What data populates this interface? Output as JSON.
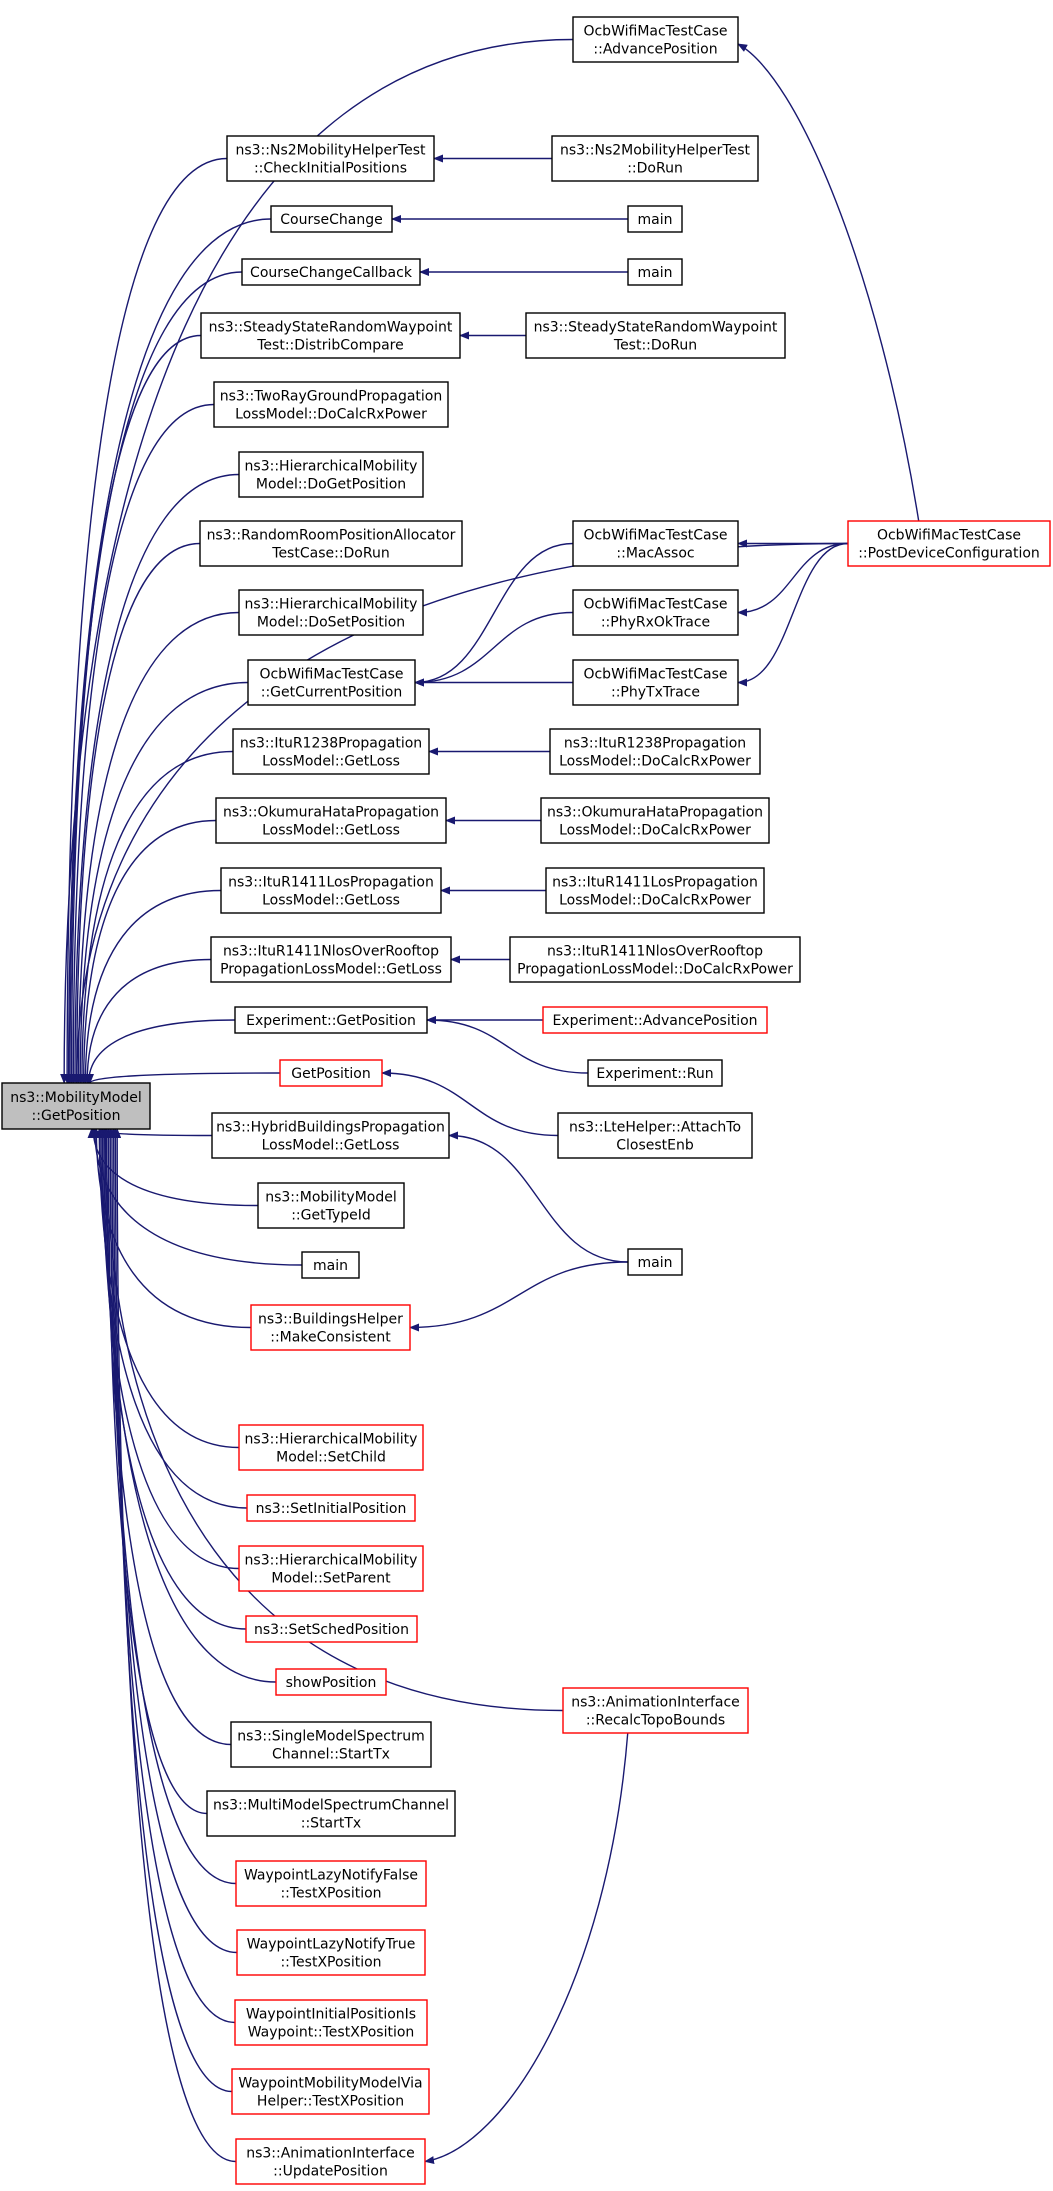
{
  "colors": {
    "edge": "#191970",
    "border_default": "#000000",
    "border_truncated": "#ff0000",
    "root_fill": "#bfbfbf",
    "node_fill": "#ffffff"
  },
  "nodes": [
    {
      "id": "root",
      "lines": [
        "ns3::MobilityModel",
        "::GetPosition"
      ],
      "style": "root"
    },
    {
      "id": "ocbAdvance",
      "lines": [
        "OcbWifiMacTestCase",
        "::AdvancePosition"
      ],
      "style": "default"
    },
    {
      "id": "ns2Check",
      "lines": [
        "ns3::Ns2MobilityHelperTest",
        "::CheckInitialPositions"
      ],
      "style": "default"
    },
    {
      "id": "ns2DoRun",
      "lines": [
        "ns3::Ns2MobilityHelperTest",
        "::DoRun"
      ],
      "style": "default"
    },
    {
      "id": "courseChange",
      "lines": [
        "CourseChange"
      ],
      "style": "default"
    },
    {
      "id": "main1",
      "lines": [
        "main"
      ],
      "style": "default"
    },
    {
      "id": "courseChangeCb",
      "lines": [
        "CourseChangeCallback"
      ],
      "style": "default"
    },
    {
      "id": "main2",
      "lines": [
        "main"
      ],
      "style": "default"
    },
    {
      "id": "ssrwDistrib",
      "lines": [
        "ns3::SteadyStateRandomWaypoint",
        "Test::DistribCompare"
      ],
      "style": "default"
    },
    {
      "id": "ssrwDoRun",
      "lines": [
        "ns3::SteadyStateRandomWaypoint",
        "Test::DoRun"
      ],
      "style": "default"
    },
    {
      "id": "twoRay",
      "lines": [
        "ns3::TwoRayGroundPropagation",
        "LossModel::DoCalcRxPower"
      ],
      "style": "default"
    },
    {
      "id": "hierGet",
      "lines": [
        "ns3::HierarchicalMobility",
        "Model::DoGetPosition"
      ],
      "style": "default"
    },
    {
      "id": "randomRoom",
      "lines": [
        "ns3::RandomRoomPositionAllocator",
        "TestCase::DoRun"
      ],
      "style": "default"
    },
    {
      "id": "hierSet",
      "lines": [
        "ns3::HierarchicalMobility",
        "Model::DoSetPosition"
      ],
      "style": "default"
    },
    {
      "id": "ocbMacAssoc",
      "lines": [
        "OcbWifiMacTestCase",
        "::MacAssoc"
      ],
      "style": "default"
    },
    {
      "id": "ocbPostDevice",
      "lines": [
        "OcbWifiMacTestCase",
        "::PostDeviceConfiguration"
      ],
      "style": "truncated"
    },
    {
      "id": "ocbPhyRx",
      "lines": [
        "OcbWifiMacTestCase",
        "::PhyRxOkTrace"
      ],
      "style": "default"
    },
    {
      "id": "ocbGetCurrent",
      "lines": [
        "OcbWifiMacTestCase",
        "::GetCurrentPosition"
      ],
      "style": "default"
    },
    {
      "id": "ocbPhyTx",
      "lines": [
        "OcbWifiMacTestCase",
        "::PhyTxTrace"
      ],
      "style": "default"
    },
    {
      "id": "ituR1238Get",
      "lines": [
        "ns3::ItuR1238Propagation",
        "LossModel::GetLoss"
      ],
      "style": "default"
    },
    {
      "id": "ituR1238Calc",
      "lines": [
        "ns3::ItuR1238Propagation",
        "LossModel::DoCalcRxPower"
      ],
      "style": "default"
    },
    {
      "id": "okumuraGet",
      "lines": [
        "ns3::OkumuraHataPropagation",
        "LossModel::GetLoss"
      ],
      "style": "default"
    },
    {
      "id": "okumuraCalc",
      "lines": [
        "ns3::OkumuraHataPropagation",
        "LossModel::DoCalcRxPower"
      ],
      "style": "default"
    },
    {
      "id": "ituLosGet",
      "lines": [
        "ns3::ItuR1411LosPropagation",
        "LossModel::GetLoss"
      ],
      "style": "default"
    },
    {
      "id": "ituLosCalc",
      "lines": [
        "ns3::ItuR1411LosPropagation",
        "LossModel::DoCalcRxPower"
      ],
      "style": "default"
    },
    {
      "id": "ituNlosGet",
      "lines": [
        "ns3::ItuR1411NlosOverRooftop",
        "PropagationLossModel::GetLoss"
      ],
      "style": "default"
    },
    {
      "id": "ituNlosCalc",
      "lines": [
        "ns3::ItuR1411NlosOverRooftop",
        "PropagationLossModel::DoCalcRxPower"
      ],
      "style": "default"
    },
    {
      "id": "expGetPos",
      "lines": [
        "Experiment::GetPosition"
      ],
      "style": "default"
    },
    {
      "id": "expAdvance",
      "lines": [
        "Experiment::AdvancePosition"
      ],
      "style": "truncated"
    },
    {
      "id": "expRun",
      "lines": [
        "Experiment::Run"
      ],
      "style": "default"
    },
    {
      "id": "getPosition",
      "lines": [
        "GetPosition"
      ],
      "style": "truncated"
    },
    {
      "id": "lteAttach",
      "lines": [
        "ns3::LteHelper::AttachTo",
        "ClosestEnb"
      ],
      "style": "default"
    },
    {
      "id": "hybridGet",
      "lines": [
        "ns3::HybridBuildingsPropagation",
        "LossModel::GetLoss"
      ],
      "style": "default"
    },
    {
      "id": "mobTypeId",
      "lines": [
        "ns3::MobilityModel",
        "::GetTypeId"
      ],
      "style": "default"
    },
    {
      "id": "main3",
      "lines": [
        "main"
      ],
      "style": "default"
    },
    {
      "id": "main4",
      "lines": [
        "main"
      ],
      "style": "default"
    },
    {
      "id": "buildingsHelper",
      "lines": [
        "ns3::BuildingsHelper",
        "::MakeConsistent"
      ],
      "style": "truncated"
    },
    {
      "id": "hierSetChild",
      "lines": [
        "ns3::HierarchicalMobility",
        "Model::SetChild"
      ],
      "style": "truncated"
    },
    {
      "id": "setInitial",
      "lines": [
        "ns3::SetInitialPosition"
      ],
      "style": "truncated"
    },
    {
      "id": "hierSetParent",
      "lines": [
        "ns3::HierarchicalMobility",
        "Model::SetParent"
      ],
      "style": "truncated"
    },
    {
      "id": "setSched",
      "lines": [
        "ns3::SetSchedPosition"
      ],
      "style": "truncated"
    },
    {
      "id": "showPosition",
      "lines": [
        "showPosition"
      ],
      "style": "truncated"
    },
    {
      "id": "animRecalc",
      "lines": [
        "ns3::AnimationInterface",
        "::RecalcTopoBounds"
      ],
      "style": "truncated"
    },
    {
      "id": "singleStartTx",
      "lines": [
        "ns3::SingleModelSpectrum",
        "Channel::StartTx"
      ],
      "style": "default"
    },
    {
      "id": "multiStartTx",
      "lines": [
        "ns3::MultiModelSpectrumChannel",
        "::StartTx"
      ],
      "style": "default"
    },
    {
      "id": "wpFalse",
      "lines": [
        "WaypointLazyNotifyFalse",
        "::TestXPosition"
      ],
      "style": "truncated"
    },
    {
      "id": "wpTrue",
      "lines": [
        "WaypointLazyNotifyTrue",
        "::TestXPosition"
      ],
      "style": "truncated"
    },
    {
      "id": "wpInitial",
      "lines": [
        "WaypointInitialPositionIs",
        "Waypoint::TestXPosition"
      ],
      "style": "truncated"
    },
    {
      "id": "wpVia",
      "lines": [
        "WaypointMobilityModelVia",
        "Helper::TestXPosition"
      ],
      "style": "truncated"
    },
    {
      "id": "animUpdate",
      "lines": [
        "ns3::AnimationInterface",
        "::UpdatePosition"
      ],
      "style": "truncated"
    }
  ],
  "edges": [
    [
      "ocbAdvance",
      "root"
    ],
    [
      "ocbPostDevice",
      "root"
    ],
    [
      "ns2Check",
      "root"
    ],
    [
      "courseChange",
      "root"
    ],
    [
      "courseChangeCb",
      "root"
    ],
    [
      "ssrwDistrib",
      "root"
    ],
    [
      "twoRay",
      "root"
    ],
    [
      "hierGet",
      "root"
    ],
    [
      "randomRoom",
      "root"
    ],
    [
      "hierSet",
      "root"
    ],
    [
      "ocbGetCurrent",
      "root"
    ],
    [
      "ituR1238Get",
      "root"
    ],
    [
      "okumuraGet",
      "root"
    ],
    [
      "ituLosGet",
      "root"
    ],
    [
      "ituNlosGet",
      "root"
    ],
    [
      "expGetPos",
      "root"
    ],
    [
      "getPosition",
      "root"
    ],
    [
      "hybridGet",
      "root"
    ],
    [
      "mobTypeId",
      "root"
    ],
    [
      "main3",
      "root"
    ],
    [
      "buildingsHelper",
      "root"
    ],
    [
      "animRecalc",
      "root"
    ],
    [
      "hierSetChild",
      "root"
    ],
    [
      "setInitial",
      "root"
    ],
    [
      "hierSetParent",
      "root"
    ],
    [
      "setSched",
      "root"
    ],
    [
      "showPosition",
      "root"
    ],
    [
      "singleStartTx",
      "root"
    ],
    [
      "multiStartTx",
      "root"
    ],
    [
      "wpFalse",
      "root"
    ],
    [
      "wpTrue",
      "root"
    ],
    [
      "wpInitial",
      "root"
    ],
    [
      "wpVia",
      "root"
    ],
    [
      "animUpdate",
      "root"
    ],
    [
      "ocbPostDevice",
      "ocbAdvance"
    ],
    [
      "ns2DoRun",
      "ns2Check"
    ],
    [
      "main1",
      "courseChange"
    ],
    [
      "main2",
      "courseChangeCb"
    ],
    [
      "ssrwDoRun",
      "ssrwDistrib"
    ],
    [
      "ocbPostDevice",
      "ocbMacAssoc"
    ],
    [
      "ocbPostDevice",
      "ocbPhyRx"
    ],
    [
      "ocbPostDevice",
      "ocbPhyTx"
    ],
    [
      "ocbMacAssoc",
      "ocbGetCurrent"
    ],
    [
      "ocbPhyRx",
      "ocbGetCurrent"
    ],
    [
      "ocbPhyTx",
      "ocbGetCurrent"
    ],
    [
      "ituR1238Calc",
      "ituR1238Get"
    ],
    [
      "okumuraCalc",
      "okumuraGet"
    ],
    [
      "ituLosCalc",
      "ituLosGet"
    ],
    [
      "ituNlosCalc",
      "ituNlosGet"
    ],
    [
      "expAdvance",
      "expGetPos"
    ],
    [
      "expRun",
      "expGetPos"
    ],
    [
      "lteAttach",
      "getPosition"
    ],
    [
      "main4",
      "hybridGet"
    ],
    [
      "main4",
      "buildingsHelper"
    ],
    [
      "animRecalc",
      "animUpdate"
    ]
  ]
}
